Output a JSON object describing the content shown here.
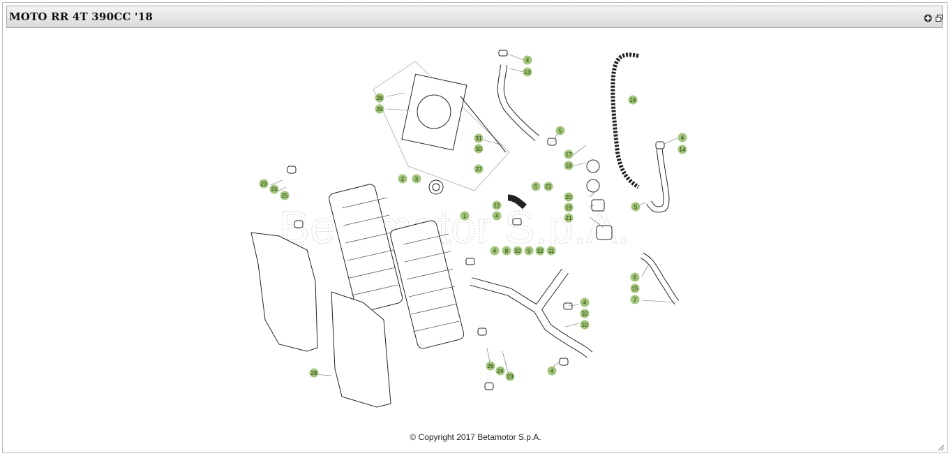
{
  "window": {
    "title": "MOTO RR 4T 390CC '18"
  },
  "controls": {
    "expand_icon": "plus-circle-icon",
    "restore_icon": "restore-window-icon"
  },
  "diagram": {
    "watermark": "Betamotor S.p.A.",
    "callout_color": "#a2c57b",
    "callouts": [
      "4",
      "13",
      "28",
      "29",
      "31",
      "30",
      "27",
      "5",
      "17",
      "18",
      "16",
      "4",
      "14",
      "2",
      "3",
      "1",
      "12",
      "4",
      "5",
      "22",
      "20",
      "19",
      "21",
      "5",
      "23",
      "24",
      "25",
      "4",
      "8",
      "32",
      "9",
      "32",
      "11",
      "6",
      "15",
      "7",
      "4",
      "32",
      "10",
      "4",
      "26",
      "24",
      "23",
      "28"
    ]
  },
  "footer": {
    "copyright": "© Copyright 2017 Betamotor S.p.A."
  }
}
